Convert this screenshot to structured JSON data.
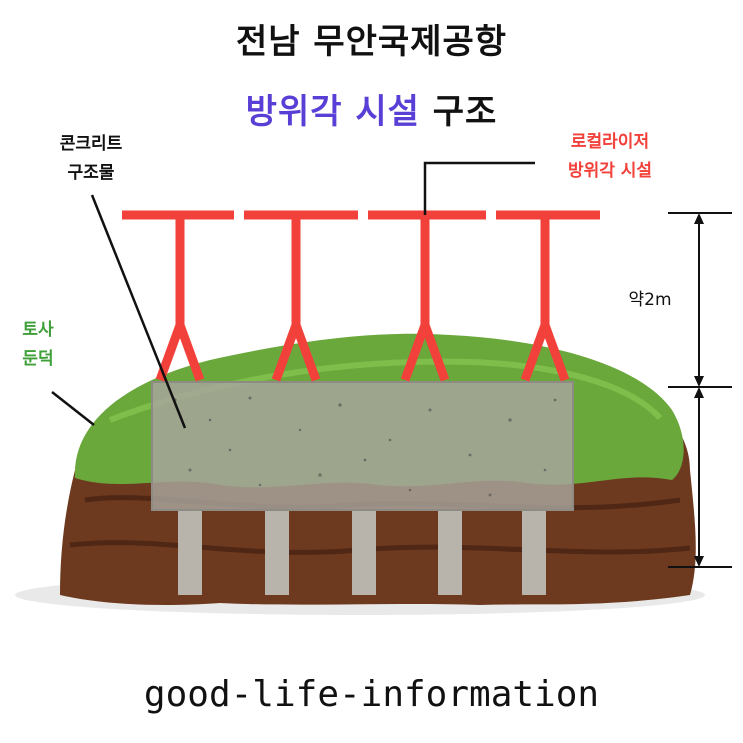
{
  "title": {
    "line1": "전남 무안국제공항",
    "line2_highlight": "방위각 시설",
    "line2_rest": "구조"
  },
  "labels": {
    "concrete": [
      "콘크리트",
      "구조물"
    ],
    "localizer": [
      "로컬라이저",
      "방위각 시설"
    ],
    "berm": [
      "토사",
      "둔덕"
    ],
    "height": "약2m"
  },
  "footer": "good-life-information",
  "colors": {
    "title_highlight": "#5a3fd6",
    "localizer": "#f2403a",
    "berm_label": "#3fa03a",
    "grass": "#6aa83c",
    "soil": "#6e3a1f",
    "concrete": "#b8b3ab"
  }
}
